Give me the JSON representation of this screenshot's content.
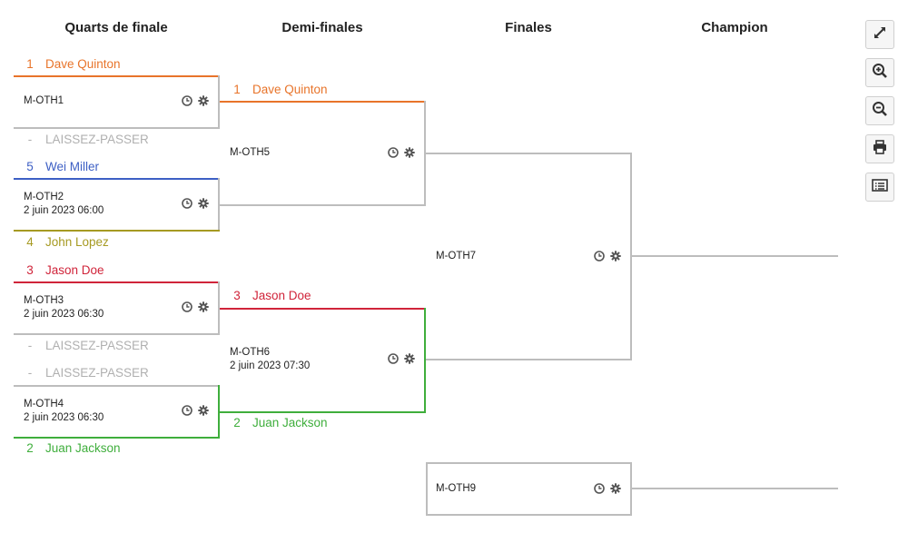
{
  "columns": {
    "quarters": "Quarts de finale",
    "semis": "Demi-finales",
    "finals": "Finales",
    "champion": "Champion"
  },
  "colors": {
    "orange": "#e8742a",
    "blue": "#3d5fc4",
    "olive": "#a69a22",
    "red": "#d0243a",
    "green": "#3fae3c",
    "gray": "#bdbdbd",
    "bye": "#b0b0b0"
  },
  "matches": {
    "m1": {
      "id": "M-OTH1",
      "date": ""
    },
    "m2": {
      "id": "M-OTH2",
      "date": "2 juin 2023 06:00"
    },
    "m3": {
      "id": "M-OTH3",
      "date": "2 juin 2023 06:30"
    },
    "m4": {
      "id": "M-OTH4",
      "date": "2 juin 2023 06:30"
    },
    "m5": {
      "id": "M-OTH5",
      "date": ""
    },
    "m6": {
      "id": "M-OTH6",
      "date": "2 juin 2023 07:30"
    },
    "m7": {
      "id": "M-OTH7",
      "date": ""
    },
    "m9": {
      "id": "M-OTH9",
      "date": ""
    }
  },
  "quarters": [
    {
      "seed": "1",
      "name": "Dave Quinton",
      "color": "orange"
    },
    {
      "seed": "-",
      "name": "LAISSEZ-PASSER",
      "color": "bye"
    },
    {
      "seed": "5",
      "name": "Wei Miller",
      "color": "blue"
    },
    {
      "seed": "4",
      "name": "John Lopez",
      "color": "olive"
    },
    {
      "seed": "3",
      "name": "Jason Doe",
      "color": "red"
    },
    {
      "seed": "-",
      "name": "LAISSEZ-PASSER",
      "color": "bye"
    },
    {
      "seed": "-",
      "name": "LAISSEZ-PASSER",
      "color": "bye"
    },
    {
      "seed": "2",
      "name": "Juan Jackson",
      "color": "green"
    }
  ],
  "semis": [
    {
      "seed": "1",
      "name": "Dave Quinton",
      "color": "orange"
    },
    {
      "seed": "3",
      "name": "Jason Doe",
      "color": "red"
    },
    {
      "seed": "2",
      "name": "Juan Jackson",
      "color": "green"
    }
  ],
  "toolbar": [
    "expand-icon",
    "zoom-in-icon",
    "zoom-out-icon",
    "print-icon",
    "list-icon"
  ]
}
